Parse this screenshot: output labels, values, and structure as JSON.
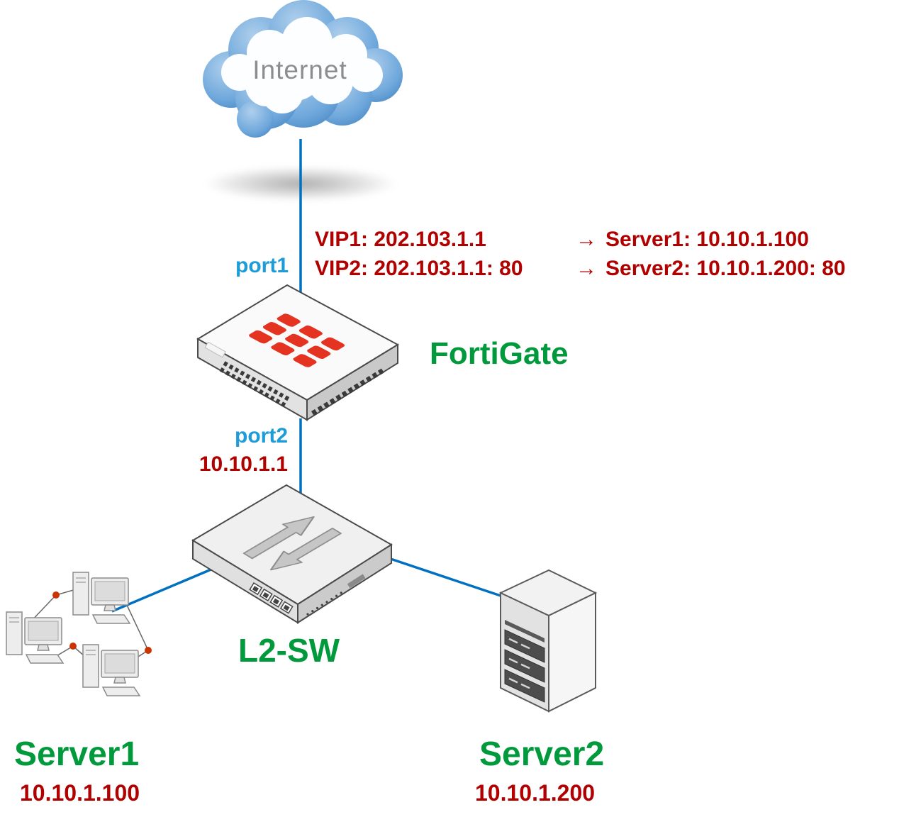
{
  "colors": {
    "green": "#009A3C",
    "dark_red": "#B00000",
    "cyan": "#1E9CD7",
    "line_blue": "#0070C0",
    "logo_red": "#E53322"
  },
  "internet": {
    "label": "Internet"
  },
  "vip_table": {
    "arrow": "→",
    "rows": [
      {
        "left": "VIP1: 202.103.1.1",
        "right": "Server1: 10.10.1.100"
      },
      {
        "left": "VIP2: 202.103.1.1: 80",
        "right": "Server2: 10.10.1.200: 80"
      }
    ]
  },
  "fortigate": {
    "label": "FortiGate",
    "port1": "port1",
    "port2": "port2",
    "port2_ip": "10.10.1.1"
  },
  "switch": {
    "label": "L2-SW"
  },
  "server1": {
    "label": "Server1",
    "ip": "10.10.1.100"
  },
  "server2": {
    "label": "Server2",
    "ip": "10.10.1.200"
  }
}
